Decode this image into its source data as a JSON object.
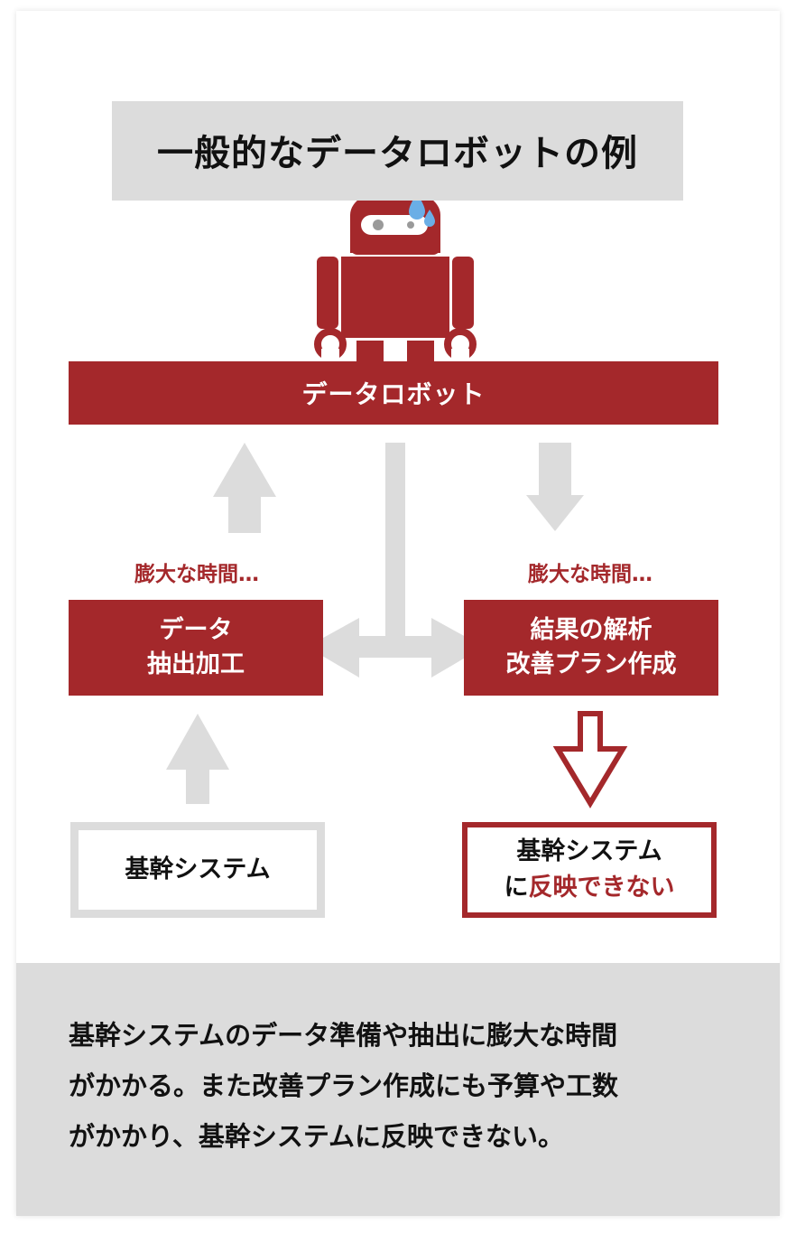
{
  "title": "一般的なデータロボットの例",
  "robot_banner": "データロボット",
  "left_time": "膨大な時間…",
  "right_time": "膨大な時間…",
  "left_box": {
    "line1": "データ",
    "line2": "抽出加工"
  },
  "right_box": {
    "line1": "結果の解析",
    "line2": "改善プラン作成"
  },
  "left_system": "基幹システム",
  "right_system": {
    "line1": "基幹システム",
    "line2_prefix": "に",
    "line2_highlight": "反映できない"
  },
  "footer": {
    "line1": "基幹システムのデータ準備や抽出に膨大な時間",
    "line2": "がかかる。また改善プラン作成にも予算や工数",
    "line3": "がかかり、基幹システムに反映できない。"
  },
  "colors": {
    "accent": "#a4282b",
    "gray": "#dcdcdc",
    "drop": "#6aaee6"
  }
}
